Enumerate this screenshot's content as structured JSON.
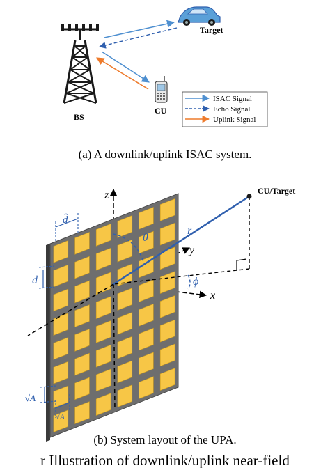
{
  "figure_a": {
    "labels": {
      "bs": "BS",
      "cu": "CU",
      "target": "Target"
    },
    "legend": [
      {
        "label": "ISAC Signal",
        "color": "#4e8fd0",
        "style": "solid"
      },
      {
        "label": "Echo Signal",
        "color": "#2f5fae",
        "style": "dashed"
      },
      {
        "label": "Uplink Signal",
        "color": "#ee7b2c",
        "style": "solid"
      }
    ],
    "caption": "(a)  A downlink/uplink  ISAC system."
  },
  "figure_b": {
    "labels": {
      "cu_target": "CU/Target",
      "z": "z",
      "y": "y",
      "x": "x",
      "r": "r",
      "theta": "θ",
      "phi": "ϕ",
      "d": "d",
      "d_hat": "d̂",
      "sqrtA": "√A"
    },
    "colors": {
      "element": "#f7c646",
      "frame": "#6e6e6e",
      "ray": "#2f5fae"
    },
    "caption": "(b)  System layout of the UPA."
  },
  "figure_caption_partial": "r  Illustration of downlink/uplink near-field"
}
